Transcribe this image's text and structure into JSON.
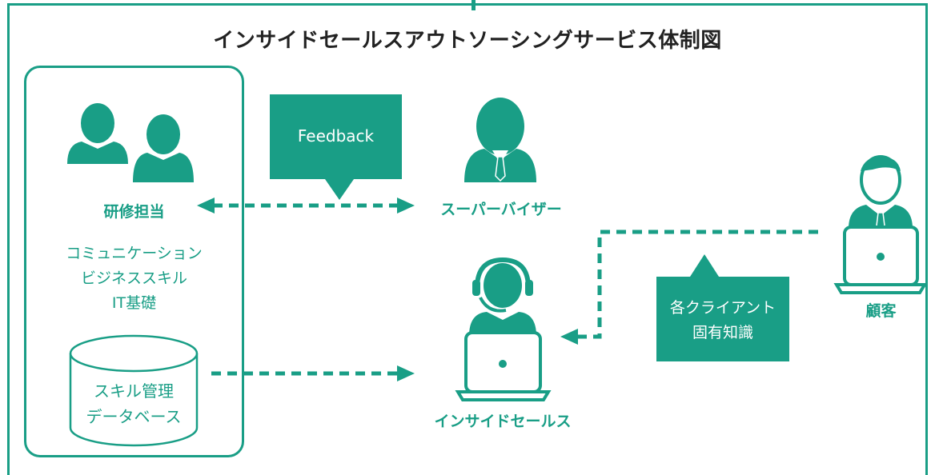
{
  "title": "インサイドセールスアウトソーシングサービス体制図",
  "colors": {
    "accent": "#199e86",
    "text": "#222222",
    "background": "#ffffff"
  },
  "training": {
    "label": "研修担当",
    "skills": [
      "コミュニケーション",
      "ビジネススキル",
      "IT基礎"
    ],
    "icon": "two-people-icon"
  },
  "database": {
    "lines": [
      "スキル管理",
      "データベース"
    ],
    "icon": "database-cylinder"
  },
  "feedback": {
    "text": "Feedback"
  },
  "supervisor": {
    "label": "スーパーバイザー",
    "icon": "businessman-icon"
  },
  "inside_sales": {
    "label": "インサイドセールス",
    "icon": "headset-operator-icon"
  },
  "client_knowledge": {
    "lines": [
      "各クライアント",
      "固有知識"
    ]
  },
  "customer": {
    "label": "顧客",
    "icon": "businessman-laptop-icon"
  }
}
